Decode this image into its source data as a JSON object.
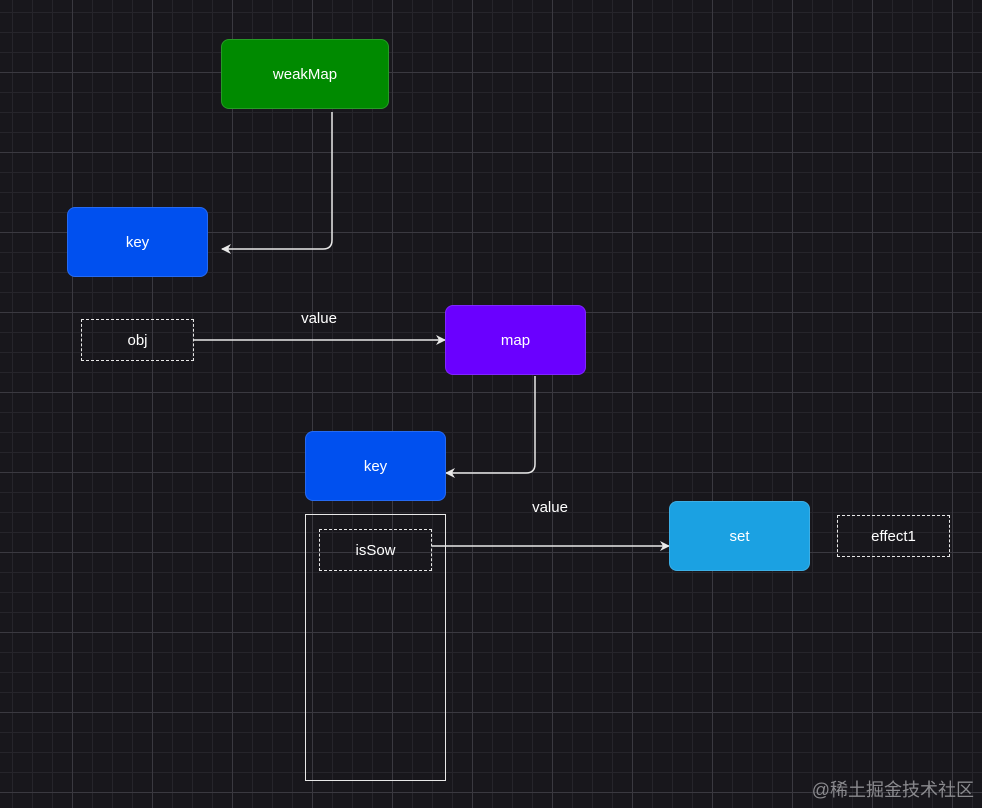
{
  "colors": {
    "weakmap": "#008a00",
    "key": "#0050ef",
    "map": "#6a00ff",
    "set": "#1ba1e2",
    "edge": "#e8e8e8"
  },
  "nodes": {
    "weakmap": {
      "label": "weakMap"
    },
    "key_top": {
      "label": "key"
    },
    "obj": {
      "label": "obj"
    },
    "map": {
      "label": "map"
    },
    "key_mid": {
      "label": "key"
    },
    "issow": {
      "label": "isSow"
    },
    "set": {
      "label": "set"
    },
    "effect1": {
      "label": "effect1"
    }
  },
  "edges": {
    "obj_to_map": {
      "label": "value"
    },
    "issow_to_set": {
      "label": "value"
    }
  },
  "watermark": "@稀土掘金技术社区"
}
